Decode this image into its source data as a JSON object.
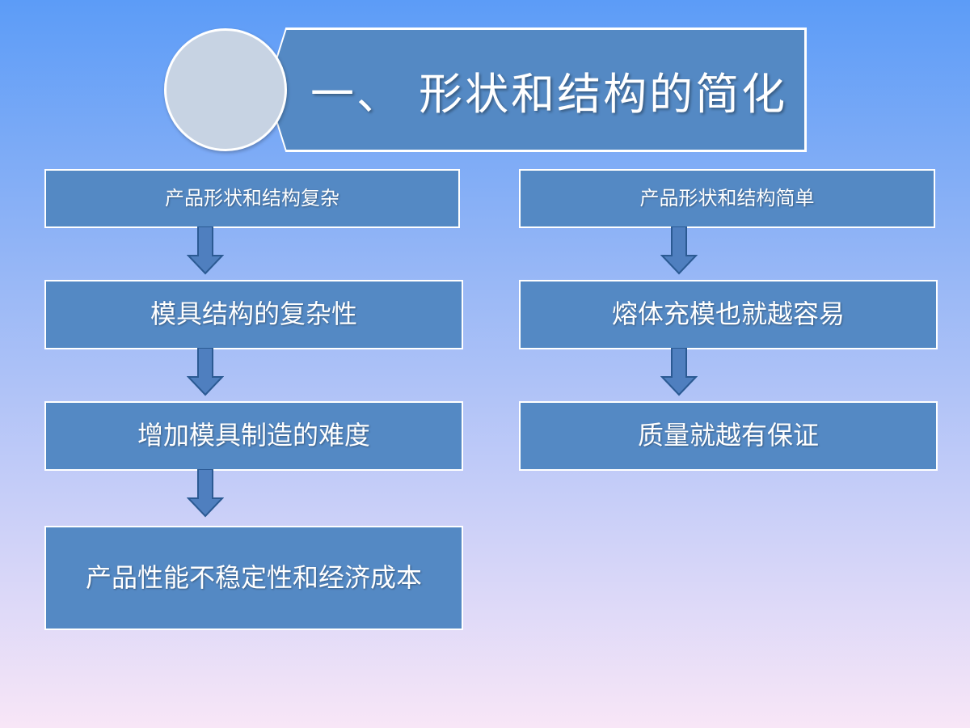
{
  "header": {
    "title": "一、 形状和结构的简化"
  },
  "left_column": {
    "boxes": [
      {
        "text": "产品形状和结构复杂"
      },
      {
        "text": "模具结构的复杂性"
      },
      {
        "text": "增加模具制造的难度"
      },
      {
        "text": "产品性能不稳定性和经济成本"
      }
    ]
  },
  "right_column": {
    "boxes": [
      {
        "text": "产品形状和结构简单"
      },
      {
        "text": "熔体充模也就越容易"
      },
      {
        "text": "质量就越有保证"
      }
    ]
  },
  "colors": {
    "box_fill": "#5489c4",
    "box_border": "#ffffff",
    "arrow_fill": "#4f7fbf",
    "arrow_stroke": "#2b5a93",
    "circle_fill": "#c7d3e3"
  }
}
